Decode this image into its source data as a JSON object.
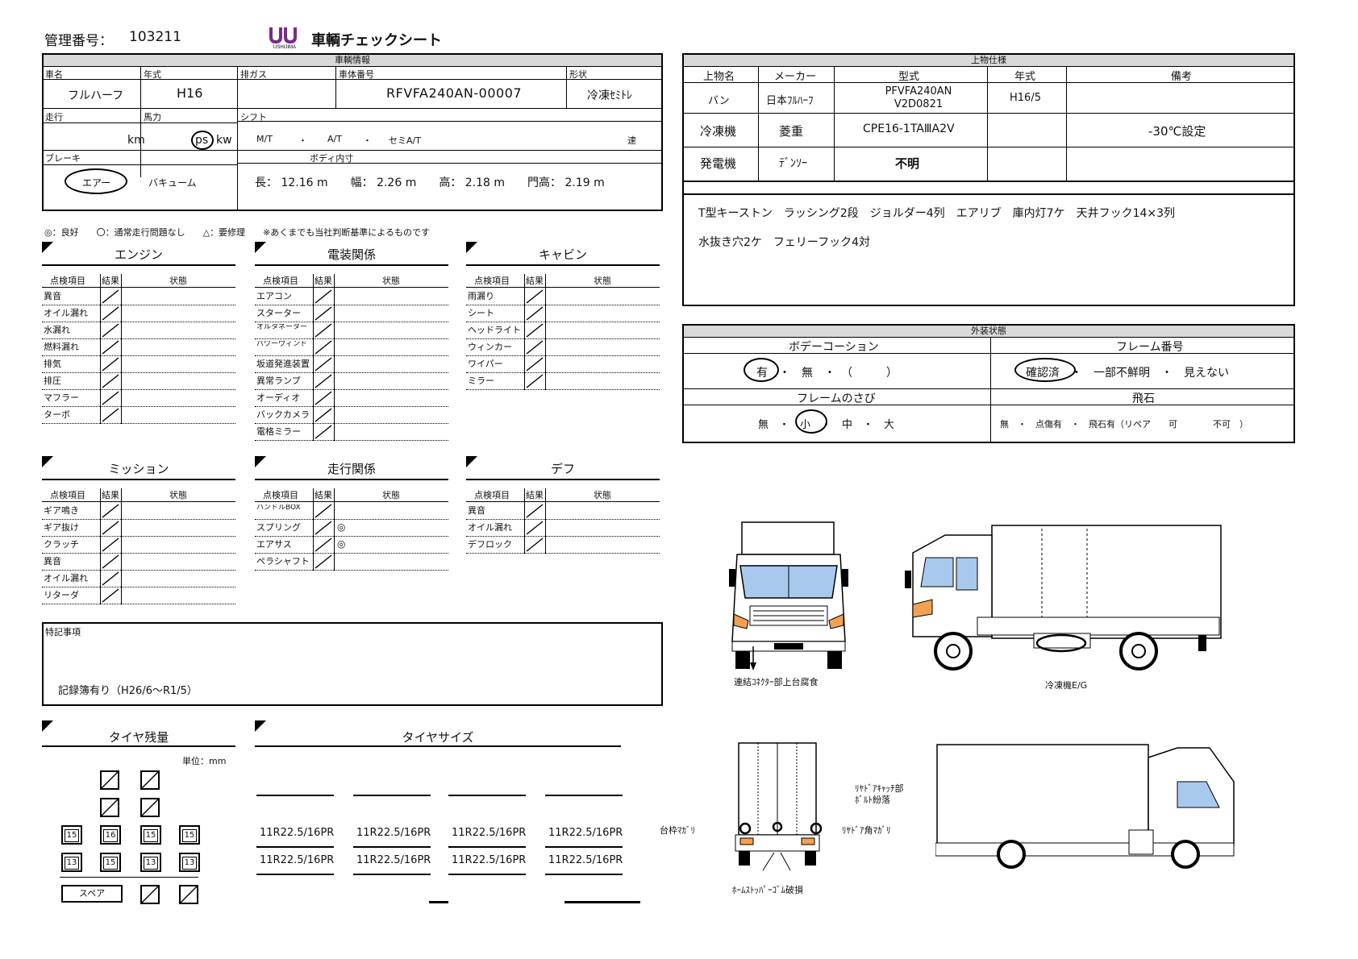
{
  "header": {
    "mgmt_label": "管理番号：",
    "mgmt_no": "103211",
    "logo_text": "USHIJIMA",
    "title": "車輌チェックシート"
  },
  "vehicle": {
    "header": "車輌情報",
    "name_label": "車名",
    "name": "フルハーフ",
    "year_label": "年式",
    "year": "H16",
    "exhaust_label": "排ガス",
    "exhaust": "",
    "chassis_label": "車体番号",
    "chassis": "RFVFA240AN-00007",
    "shape_label": "形状",
    "shape": "冷凍ｾﾐﾄﾚ",
    "mileage_label": "走行",
    "km": "km",
    "hp_label": "馬力",
    "ps": "ps",
    "kw": "kw",
    "shift_label": "シフト",
    "shift_mt": "M/T",
    "shift_at": "A/T",
    "shift_semi": "セミA/T",
    "shift_ren": "速",
    "dot": "・",
    "brake_label": "ブレーキ",
    "brake_air": "エアー",
    "brake_vac": "バキューム",
    "body_label": "ボディ内寸",
    "dims": "長： 12.16 m　　幅： 2.26 m　　高： 2.18 m　　門高： 2.19 m"
  },
  "upper": {
    "header": "上物仕様",
    "cols": [
      "上物名",
      "メーカー",
      "型式",
      "年式",
      "備考"
    ],
    "rows": [
      [
        "バン",
        "日本ﾌﾙﾊｰﾌ",
        "PFVFA240AN V2D0821",
        "H16/5",
        ""
      ],
      [
        "冷凍機",
        "菱重",
        "CPE16-1TAⅢA2V",
        "",
        "-30℃設定"
      ],
      [
        "発電機",
        "ﾃﾞﾝｿｰ",
        "不明",
        "",
        ""
      ]
    ],
    "notes_line1": "T型キーストン　ラッシング2段　ジョルダー4列　エアリブ　庫内灯7ケ　天井フック14×3列",
    "notes_line2": "水抜き穴2ケ　フェリーフック4対"
  },
  "exterior": {
    "header": "外装状態",
    "bodycoat_label": "ボデーコーション",
    "bodycoat_opts": "有　・　無　・　（　　　）",
    "frame_no_label": "フレーム番号",
    "frame_no_opts": "確認済　・　一部不鮮明　・　見えない",
    "rust_label": "フレームのさび",
    "rust_opts": "無　・　小　・　中　・　大",
    "stone_label": "飛石",
    "stone_opts": "無　・　点傷有　・　飛石有（リペア　　可　　　　不可　）"
  },
  "legend": "◎：良好　　〇：通常走行問題なし　　△：要修理　　※あくまでも当社判断基準によるものです",
  "col_headers": {
    "item": "点検項目",
    "result": "結果",
    "state": "状態"
  },
  "sections": {
    "engine": {
      "title": "エンジン",
      "items": [
        "異音",
        "オイル漏れ",
        "水漏れ",
        "燃料漏れ",
        "排気",
        "排圧",
        "マフラー",
        "ターボ"
      ]
    },
    "electric": {
      "title": "電装関係",
      "items": [
        "エアコン",
        "スターター",
        "オルタネーター",
        "パワーウィンド",
        "坂道発進装置",
        "異常ランプ",
        "オーディオ",
        "バックカメラ",
        "電格ミラー"
      ]
    },
    "cabin": {
      "title": "キャビン",
      "items": [
        "雨漏り",
        "シート",
        "ヘッドライト",
        "ウィンカー",
        "ワイパー",
        "ミラー"
      ]
    },
    "mission": {
      "title": "ミッション",
      "items": [
        "ギア鳴き",
        "ギア抜け",
        "クラッチ",
        "異音",
        "オイル漏れ",
        "リターダ"
      ]
    },
    "running": {
      "title": "走行関係",
      "items": [
        "ハンドルBOX",
        "スプリング",
        "エアサス",
        "ペラシャフト"
      ],
      "marks": [
        "",
        "◎",
        "◎",
        ""
      ]
    },
    "diff": {
      "title": "デフ",
      "items": [
        "異音",
        "オイル漏れ",
        "デフロック"
      ]
    }
  },
  "special": {
    "label": "特記事項",
    "text": "記録簿有り（H26/6～R1/5）"
  },
  "tire": {
    "remain_title": "タイヤ残量",
    "unit": "単位：mm",
    "row3": [
      "15",
      "16",
      "15",
      "15"
    ],
    "row4": [
      "13",
      "15",
      "13",
      "13"
    ],
    "spare": "スペア",
    "size_title": "タイヤサイズ",
    "sizes_row1": [
      "11R22.5/16PR",
      "11R22.5/16PR",
      "11R22.5/16PR",
      "11R22.5/16PR"
    ],
    "sizes_row2": [
      "11R22.5/16PR",
      "11R22.5/16PR",
      "11R22.5/16PR",
      "11R22.5/16PR"
    ]
  },
  "annotations": {
    "front": "連結ｺﾈｸﾀｰ部上台腐食",
    "side": "冷凍機E/G",
    "rear_left": "台枠ﾏｶﾞﾘ",
    "rear_top": "ﾘﾔﾄﾞｱｷｬｯﾁ部ﾎﾞﾙﾄ紛落",
    "rear_right": "ﾘﾔﾄﾞｱ角ﾏｶﾞﾘ",
    "rear_bottom": "ﾎｰﾑｽﾄｯﾊﾟｰｺﾞﾑ破損"
  }
}
